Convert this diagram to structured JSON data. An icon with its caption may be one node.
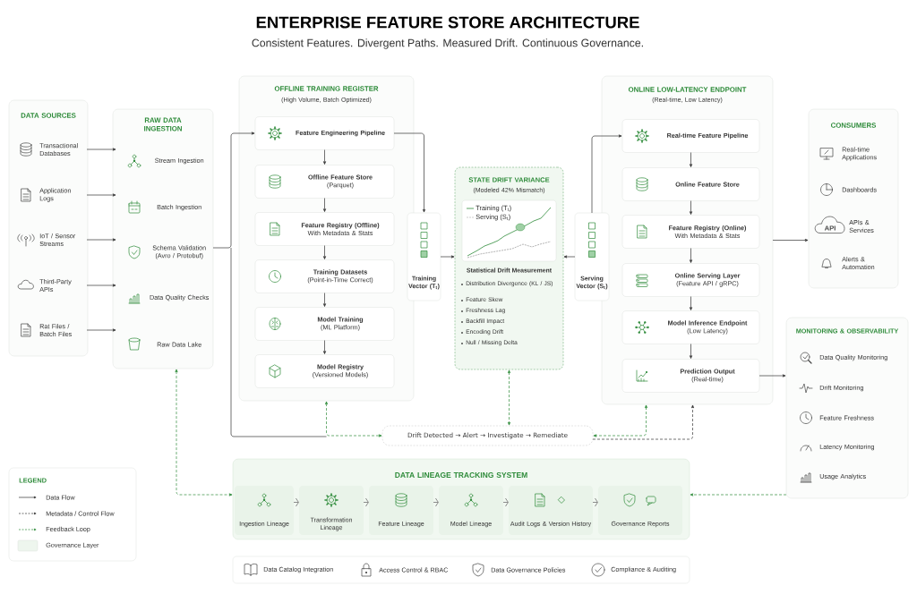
{
  "diagram": {
    "title": "ENTERPRISE FEATURE STORE ARCHITECTURE",
    "nodes": [
      {
        "text": [
          "DATA SOURCES"
        ]
      },
      {
        "text": [
          "Transactional Databases"
        ],
        "in": 0
      },
      {
        "text": [
          "Application Logs"
        ],
        "in": 0
      },
      {
        "text": [
          "IoT / Sensor Streams"
        ],
        "in": 0
      },
      {
        "text": [
          "Third-Party APIs"
        ],
        "in": 0
      },
      {
        "text": [
          "Rat Files / Batch Files"
        ],
        "in": 0
      },
      {
        "text": [
          "RAW DATA INGESTION"
        ]
      },
      {
        "text": [
          "Stream Ingestion"
        ],
        "in": 6
      },
      {
        "text": [
          "Batch Ingestion"
        ],
        "in": 6
      },
      {
        "text": [
          "Schema Validation",
          "(Avro / Protobuf)"
        ],
        "in": 6
      },
      {
        "text": [
          "Data Quality Checks"
        ],
        "in": 6
      },
      {
        "text": [
          "Raw Data Lake"
        ],
        "in": 6
      },
      {
        "text": [
          "OFFLINE TRAINING REGISTER",
          "(High Volume, Batch Optimized)"
        ]
      },
      {
        "text": [
          "Feature Engineering Pipeline"
        ],
        "in": 12
      },
      {
        "text": [
          "Offline Feature Store",
          "(Parquet)"
        ],
        "in": 12
      },
      {
        "text": [
          "Feature Registry (Offline)",
          "With Metadata & Stats"
        ],
        "in": 12
      },
      {
        "text": [
          "Training Datasets",
          "(Point-in-Time Correct)"
        ],
        "in": 12
      },
      {
        "text": [
          "Model Training",
          "(ML Platform)"
        ],
        "in": 12
      },
      {
        "text": [
          "Model Registry",
          "(Versioned Models)"
        ],
        "in": 12
      },
      {
        "text": [
          "Training Vector (T$_{t}$)"
        ]
      },
      {
        "text": [
          "STATE DRIFT VARIANCE",
          "(Modeled 42% Mismatch)",
          "Training (T$_{t}$)",
          "Serving (S$_{t}$)",
          "Statistical Drift Measurement",
          "Distribution Divergence (KL / JS)",
          "Feature Skew",
          "Freshness Lag",
          "Backfill Impact",
          "Encoding Drift",
          "Null / Missing Delta"
        ]
      },
      {
        "text": [
          "Serving Vector (S$_{t}$)"
        ]
      },
      {
        "text": [
          "ONLINE LOW-LATENCY ENDPOINT",
          "(Real-time, Low Latency)"
        ]
      },
      {
        "text": [
          "Real-time Feature Pipeline"
        ],
        "in": 22
      },
      {
        "text": [
          "Online Feature Store"
        ],
        "in": 22
      },
      {
        "text": [
          "Feature Registry (Online)",
          "With Metadata & Stats"
        ],
        "in": 22
      },
      {
        "text": [
          "Online Serving Layer",
          "(Feature API / gRPC)"
        ],
        "in": 22
      },
      {
        "text": [
          "Model Inference Endpoint",
          "(Low Latency)"
        ],
        "in": 22
      },
      {
        "text": [
          "Prediction Output",
          "(Real-time)"
        ],
        "in": 22
      },
      {
        "text": [
          "CONSUMERS"
        ]
      },
      {
        "text": [
          "Real-time Applications"
        ],
        "in": 29
      },
      {
        "text": [
          "Dashboards"
        ],
        "in": 29
      },
      {
        "text": [
          "APIs & Services"
        ],
        "in": 29
      },
      {
        "text": [
          "Alerts & Automation"
        ],
        "in": 29
      },
      {
        "text": [
          "MONITORING & OBSERVABILITY"
        ]
      },
      {
        "text": [
          "Data Quality Monitoring"
        ],
        "in": 34
      },
      {
        "text": [
          "Drift Monitoring"
        ],
        "in": 34
      },
      {
        "text": [
          "Feature Freshness"
        ],
        "in": 34
      },
      {
        "text": [
          "Latency Monitoring"
        ],
        "in": 34
      },
      {
        "text": [
          "Usage Analytics"
        ],
        "in": 34
      },
      {
        "text": [
          "Drift Detected → Alert → Investigate → Remediate"
        ]
      },
      {
        "text": [
          "DATA LINEAGE TRACKING SYSTEM"
        ]
      },
      {
        "text": [
          "Ingestion Lineage"
        ],
        "in": 41
      },
      {
        "text": [
          "Transformation Lineage"
        ],
        "in": 41
      },
      {
        "text": [
          "Feature Lineage"
        ],
        "in": 41
      },
      {
        "text": [
          "Model Lineage"
        ],
        "in": 41
      },
      {
        "text": [
          "Audit Logs & Version History"
        ],
        "in": 41
      },
      {
        "text": [
          "Governance Reports"
        ],
        "in": 41
      }
    ],
    "edges": [
      {
        "from": 1,
        "to": 7,
        "arrow": "to"
      },
      {
        "from": 2,
        "to": 8,
        "arrow": "to"
      },
      {
        "from": 3,
        "to": 9,
        "arrow": "to"
      },
      {
        "from": 4,
        "to": 10,
        "arrow": "to"
      },
      {
        "from": 5,
        "to": 11,
        "arrow": "to"
      },
      {
        "from": 6,
        "to": 13,
        "arrow": "to"
      },
      {
        "from": 13,
        "to": 14,
        "arrow": "to"
      },
      {
        "from": 14,
        "to": 15,
        "arrow": "to"
      },
      {
        "from": 15,
        "to": 16,
        "arrow": "to"
      },
      {
        "from": 16,
        "to": 17,
        "arrow": "to"
      },
      {
        "from": 17,
        "to": 18,
        "arrow": "to"
      },
      {
        "from": 13,
        "to": 19,
        "arrow": "to"
      },
      {
        "from": 19,
        "to": 20,
        "arrow": "to"
      },
      {
        "from": 21,
        "to": 20,
        "arrow": "to"
      },
      {
        "from": 21,
        "to": 23,
        "arrow": "to"
      },
      {
        "from": 23,
        "to": 24,
        "arrow": "to"
      },
      {
        "from": 24,
        "to": 25,
        "arrow": "to"
      },
      {
        "from": 25,
        "to": 26,
        "arrow": "to"
      },
      {
        "from": 26,
        "to": 27,
        "arrow": "to"
      },
      {
        "from": 27,
        "to": 28,
        "arrow": "to"
      },
      {
        "from": 22,
        "to": 29,
        "arrow": "to"
      },
      {
        "from": 28,
        "to": 34,
        "arrow": "to"
      },
      {
        "from": 20,
        "to": 40,
        "arrow": "both",
        "style": "dashed",
        "color": "#2e8b3a"
      },
      {
        "from": 12,
        "to": 40,
        "arrow": "both",
        "style": "dashed",
        "color": "#2e8b3a"
      },
      {
        "from": 22,
        "to": 40,
        "arrow": "both",
        "style": "dashed",
        "color": "#2e8b3a"
      },
      {
        "from": 40,
        "to": 22,
        "arrow": "to",
        "style": "dashed"
      },
      {
        "from": 6,
        "to": 41,
        "arrow": "both",
        "style": "dashed",
        "color": "#2e8b3a"
      },
      {
        "from": 34,
        "to": 41,
        "arrow": "to",
        "style": "dashed",
        "color": "#2e8b3a"
      },
      {
        "from": 42,
        "to": 43,
        "arrow": "to"
      },
      {
        "from": 43,
        "to": 44,
        "arrow": "to"
      },
      {
        "from": 44,
        "to": 45,
        "arrow": "to"
      },
      {
        "from": 45,
        "to": 46,
        "arrow": "to"
      },
      {
        "from": 46,
        "to": 47,
        "arrow": "to"
      }
    ],
    "labels": [
      "Consistent Features. Divergent Paths. Measured Drift. Continuous Governance.",
      "API",
      "LEGEND",
      "Data Catalog Integration",
      "Access Control & RBAC",
      "Data Governance Policies",
      "Compliance & Auditing"
    ],
    "legend": [
      {
        "text": "Data Flow"
      },
      {
        "text": "Metadata / Control Flow"
      },
      {
        "text": "Feedback Loop"
      },
      {
        "text": "Governance Layer",
        "color": "#eef6ee"
      }
    ]
  }
}
